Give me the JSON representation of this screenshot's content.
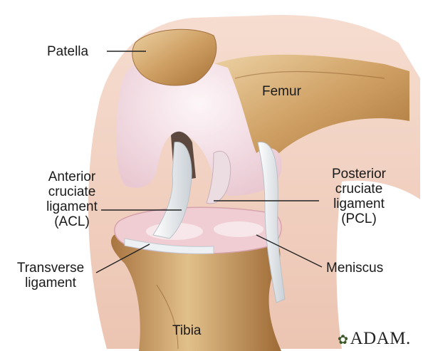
{
  "labels": {
    "patella": "Patella",
    "femur": "Femur",
    "acl": [
      "Anterior",
      "cruciate",
      "ligament",
      "(ACL)"
    ],
    "pcl": [
      "Posterior",
      "cruciate",
      "ligament",
      "(PCL)"
    ],
    "transverse": [
      "Transverse",
      "ligament"
    ],
    "meniscus": "Meniscus",
    "tibia": "Tibia"
  },
  "logo": "ADAM.",
  "colors": {
    "skin": "#f2d3c4",
    "bone": "#c99a5e",
    "bone_light": "#e6c694",
    "cartilage": "#f6e4ea",
    "ligament": "#e7ebee",
    "meniscus": "#edc3c8"
  }
}
